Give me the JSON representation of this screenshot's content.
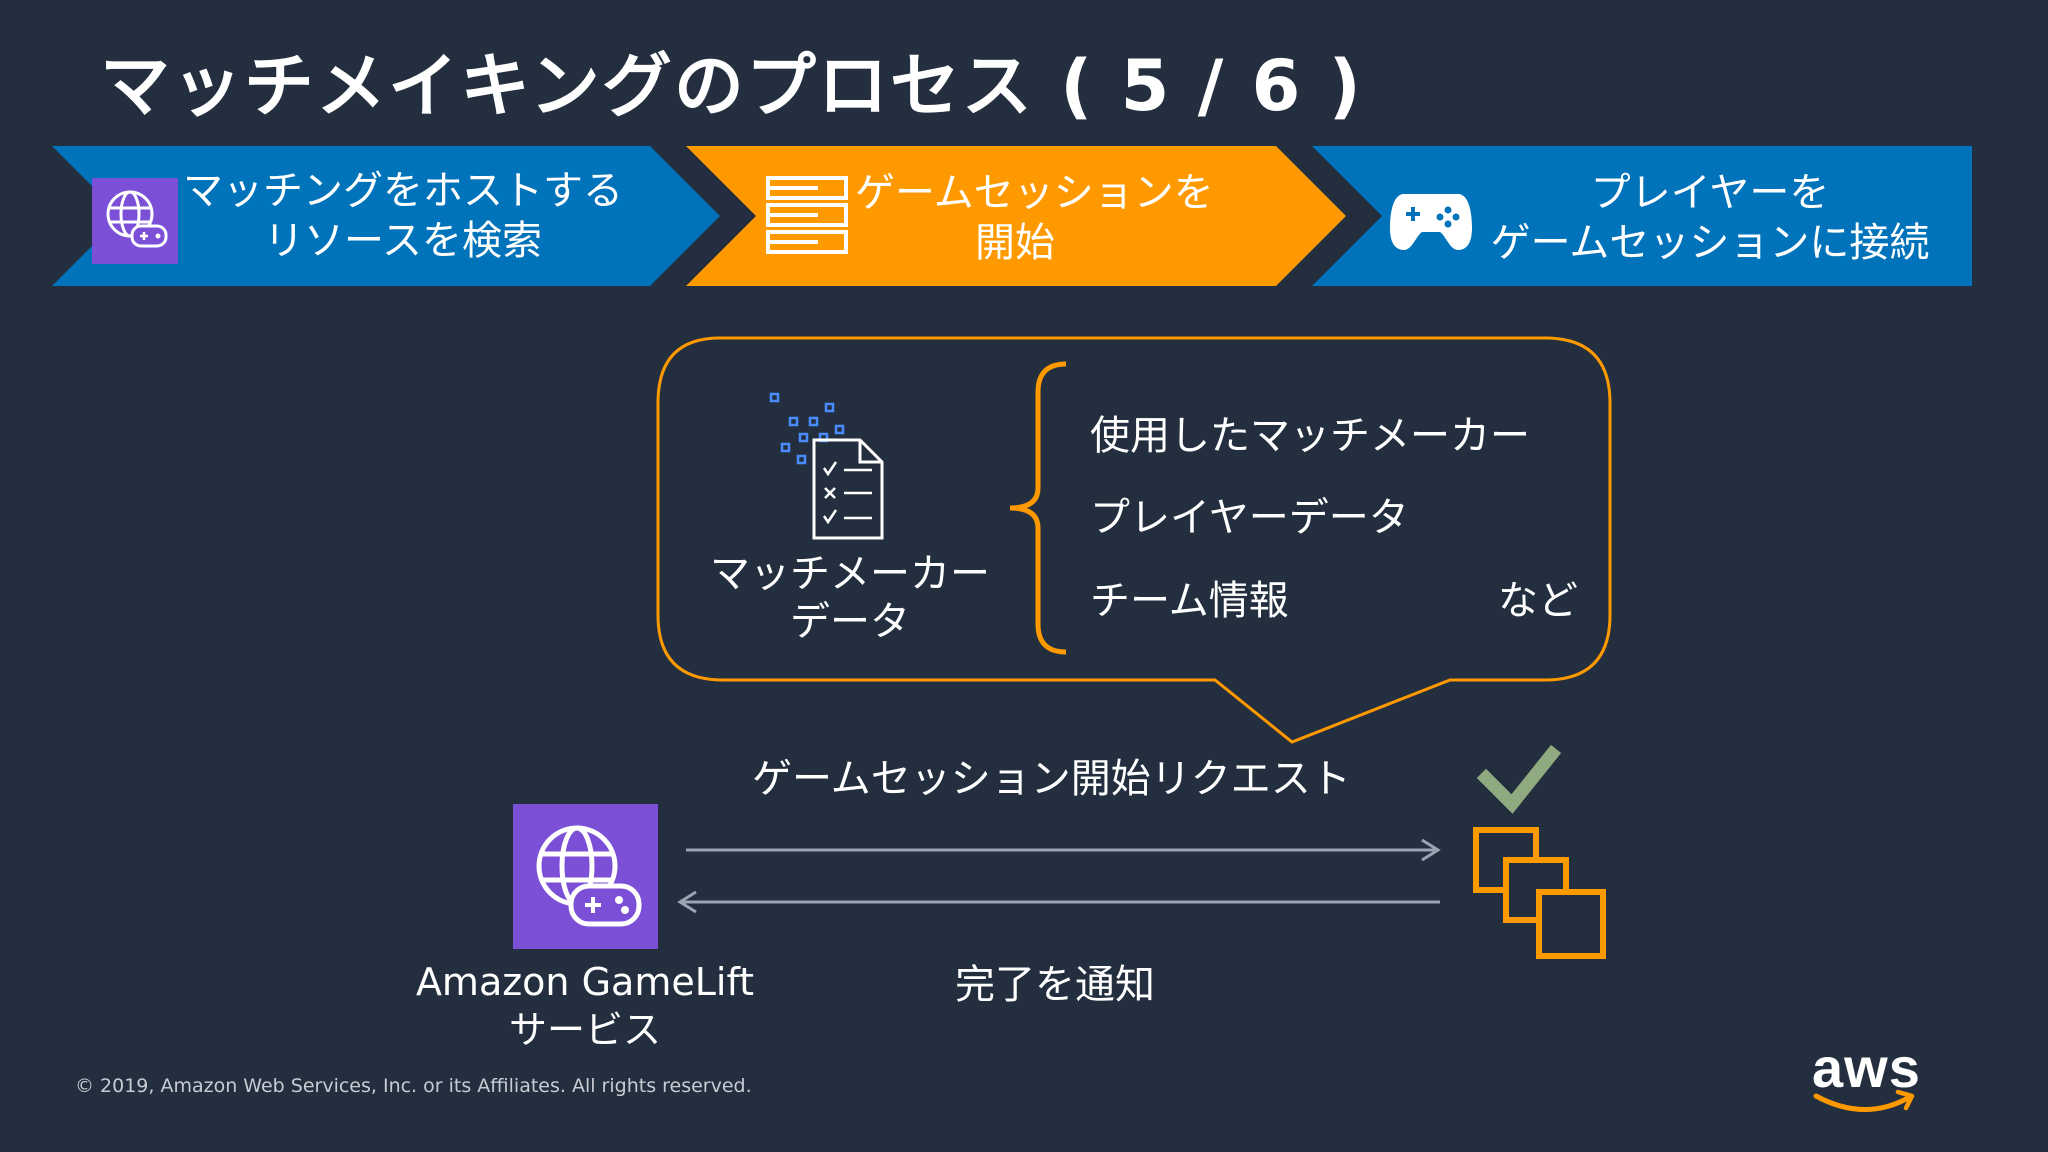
{
  "title": "マッチメイキングのプロセス ( 5 / 6 )",
  "steps": [
    {
      "line1": "マッチングをホストする",
      "line2": "リソースを検索",
      "color": "#0073bb",
      "icon": "gamelift-icon"
    },
    {
      "line1": "ゲームセッションを",
      "line2": "開始",
      "color": "#ff9900",
      "icon": "server-rack-icon"
    },
    {
      "line1": "プレイヤーを",
      "line2": "ゲームセッションに接続",
      "color": "#0073bb",
      "icon": "gamepad-icon"
    }
  ],
  "bubble": {
    "doc_label_line1": "マッチメーカー",
    "doc_label_line2": "データ",
    "items": [
      "使用したマッチメーカー",
      "プレイヤーデータ",
      "チーム情報"
    ],
    "etc": "など",
    "border_color": "#ff9900"
  },
  "flow": {
    "request_label": "ゲームセッション開始リクエスト",
    "complete_label": "完了を通知",
    "service_line1": "Amazon GameLift",
    "service_line2": "サービス",
    "check_color": "#8faa80",
    "instance_color": "#ff9900"
  },
  "footer": {
    "copyright": "© 2019, Amazon Web Services, Inc. or its Affiliates. All rights reserved.",
    "logo": "aws"
  }
}
